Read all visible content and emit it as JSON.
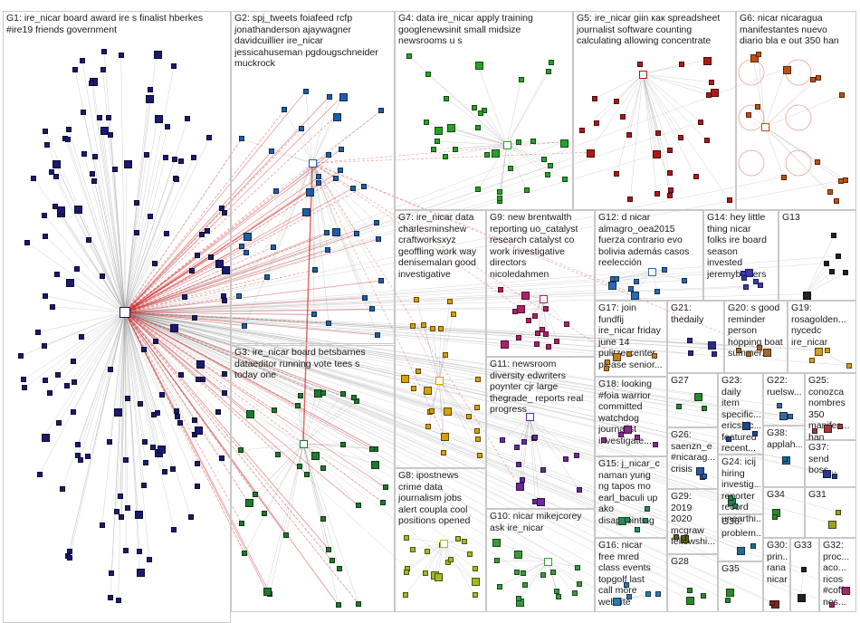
{
  "graph": {
    "groups": [
      {
        "id": "G1",
        "label": "G1: ire_nicar board award ire s finalist hberkes\n#ire19 friends government",
        "color": "#1a1a6e"
      },
      {
        "id": "G2",
        "label": "G2: spj_tweets foiafeed rcfp\njonathanderson ajaywagner\ndavidcuillier ire_nicar\njessicahuseman pgdougschneider\nmuckrock",
        "color": "#1c5fa8"
      },
      {
        "id": "G3",
        "label": "G3: ire_nicar board betsbarnes\ndataeditor running vote tees s\ntoday one",
        "color": "#1e7a2e"
      },
      {
        "id": "G4",
        "label": "G4: data ire_nicar apply training\ngooglenewsinit small midsize\nnewsrooms u s",
        "color": "#26a326"
      },
      {
        "id": "G5",
        "label": "G5: ire_nicar giin как spreadsheet\njournalist software counting\ncalculating allowing concentrate",
        "color": "#b01818"
      },
      {
        "id": "G6",
        "label": "G6: nicar nicaragua\nmanifestantes nuevo\ndiario bla e out 350 han",
        "color": "#c05010"
      },
      {
        "id": "G7",
        "label": "G7: ire_nicar data\ncharlesminshew\ncraftworksxyz\ngeoffling work way\ndenisemalan good\ninvestigative",
        "color": "#d8a000"
      },
      {
        "id": "G8",
        "label": "G8: ipostnews\ncrime data\njournalism jobs\nalert coupla cool\npositions opened",
        "color": "#a8b820"
      },
      {
        "id": "G9",
        "label": "G9: new brentwalth\nreporting uo_catalyst\nresearch catalyst co\nwork investigative directors\nnicoledahmen",
        "color": "#b0206a"
      },
      {
        "id": "G10",
        "label": "G10: nicar mikejcorey\nask ire_nicar",
        "color": "#3a9a3a"
      },
      {
        "id": "G11",
        "label": "G11: newsroom\ndiversity edwriters\npoynter cjr large\nthegrade_ reports real\nprogress",
        "color": "#6a2a9a"
      },
      {
        "id": "G12",
        "label": "G12: d nicar\nalmagro_oea2015\nfuerza contrario evo\nbolivia además casos\nreelección",
        "color": "#2a6ab0"
      },
      {
        "id": "G13",
        "label": "G13",
        "color": "#222222"
      },
      {
        "id": "G14",
        "label": "G14: hey little\nthing nicar\nfolks ire board\nseason\ninvested\njeremybowers",
        "color": "#3a3ab0"
      },
      {
        "id": "G15",
        "label": "G15: j_nicar_c\nnaman yung\nng tapos mo\nearl_baculi up\nako\ndisappointing",
        "color": "#2a8a5a"
      },
      {
        "id": "G16",
        "label": "G16: nicar\nfree mred\nclass events\ntopgolf last\ncall more\nwebsite",
        "color": "#2a7ab0"
      },
      {
        "id": "G17",
        "label": "G17: join\nfundfij\nire_nicar friday\njune 14\npulitzercenter\nplease senior...",
        "color": "#c08020"
      },
      {
        "id": "G18",
        "label": "G18: looking\n#foia warrior\ncommitted\nwatchdog\njournalist\ninvestigate...",
        "color": "#8a2a8a"
      },
      {
        "id": "G19",
        "label": "G19:\nrosagolden...\nnycedc\nire_nicar",
        "color": "#d0a020"
      },
      {
        "id": "G20",
        "label": "G20: s good\nreminder\nperson\nhopping boat\nsummer...",
        "color": "#a06a2a"
      },
      {
        "id": "G21",
        "label": "G21:\nthedaily",
        "color": "#2a2a8a"
      },
      {
        "id": "G22",
        "label": "G22:\nruelsw...",
        "color": "#3a6a9a"
      },
      {
        "id": "G23",
        "label": "G23:\ndaily item\nspecific...\nericshic...\nfeatured\nrecent...",
        "color": "#1a4a8a"
      },
      {
        "id": "G24",
        "label": "G24: icij\nhiring\ninvestig...\nreporter\nrecord\nunearthi...",
        "color": "#2a7a4a"
      },
      {
        "id": "G25",
        "label": "G25:\nconozca\nnombres\n350\nmanifes...\nhan",
        "color": "#a03a3a"
      },
      {
        "id": "G26",
        "label": "G26:\nsaenzn_e\n#nicarag...\ncrisis",
        "color": "#2a5aa0"
      },
      {
        "id": "G27",
        "label": "G27",
        "color": "#2a8a2a"
      },
      {
        "id": "G28",
        "label": "G28",
        "color": "#2a8a2a"
      },
      {
        "id": "G29",
        "label": "G29: 2019\n2020\nmcgraw\nfellowshi...",
        "color": "#5a5a1a"
      },
      {
        "id": "G30",
        "label": "G30:\nprin...\nrana\nnicar",
        "color": "#7a2a2a"
      },
      {
        "id": "G31",
        "label": "G31",
        "color": "#9aa020"
      },
      {
        "id": "G32",
        "label": "G32:\nproc...\naco...\nricos\n#coff...\nnos...",
        "color": "#a02a6a"
      },
      {
        "id": "G33",
        "label": "G33",
        "color": "#222222"
      },
      {
        "id": "G34",
        "label": "G34",
        "color": "#2a8a2a"
      },
      {
        "id": "G35",
        "label": "G35",
        "color": "#2a8a2a"
      },
      {
        "id": "G36",
        "label": "G36:\nproblem...",
        "color": "#2a6a8a"
      },
      {
        "id": "G37",
        "label": "G37:\nsend\nboss...",
        "color": "#2a3a8a"
      },
      {
        "id": "G38",
        "label": "G38:\napplah...",
        "color": "#1a6a9a"
      }
    ]
  }
}
